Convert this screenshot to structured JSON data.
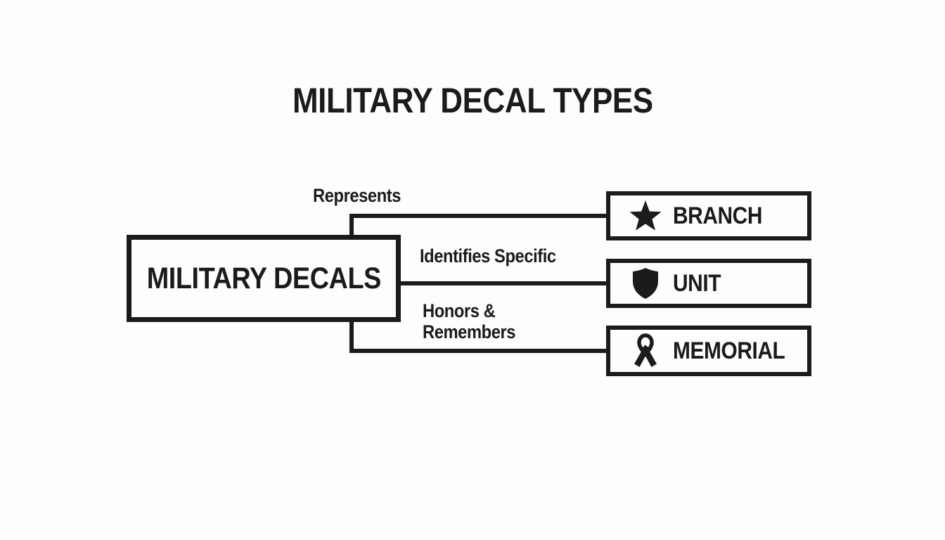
{
  "page": {
    "background_color": "#fdfdfc",
    "ink_color": "#1b1b1b"
  },
  "title": "MILITARY DECAL TYPES",
  "root": {
    "label": "MILITARY DECALS"
  },
  "edges": [
    {
      "label": "Represents",
      "from": "MILITARY DECALS",
      "to": "BRANCH"
    },
    {
      "label": "Identifies Specific",
      "from": "MILITARY DECALS",
      "to": "UNIT"
    },
    {
      "label": "Honors & Remembers",
      "from": "MILITARY DECALS",
      "to": "MEMORIAL"
    }
  ],
  "nodes": [
    {
      "label": "BRANCH",
      "icon": "star-icon"
    },
    {
      "label": "UNIT",
      "icon": "shield-icon"
    },
    {
      "label": "MEMORIAL",
      "icon": "ribbon-icon"
    }
  ]
}
